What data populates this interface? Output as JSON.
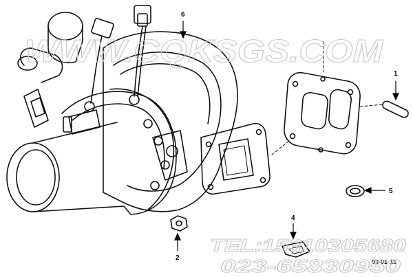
{
  "callouts": {
    "c1": "1",
    "c2": "2",
    "c4": "4",
    "c5": "5",
    "c6": "6"
  },
  "watermark": {
    "site": "WWW.CQKSGS.COM",
    "tel": "TEL:15310305680",
    "phone": "023-65830950"
  },
  "drawing_code": "03-01-15",
  "colors": {
    "line": "#111111",
    "watermark": "#c9c9c9",
    "background": "#ffffff"
  }
}
